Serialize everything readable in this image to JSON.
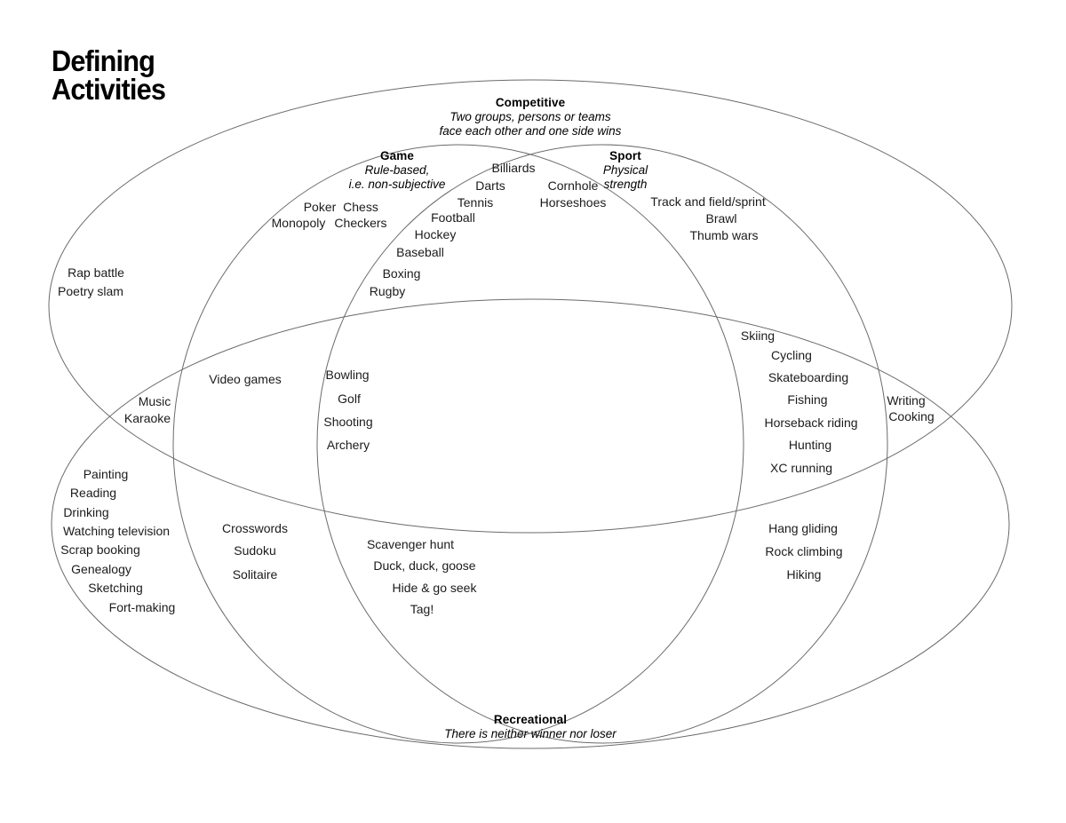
{
  "title": "Defining\nActivities",
  "diagram": {
    "type": "venn",
    "set_count": 4,
    "stroke_color": "#6b6b6b",
    "background": "#ffffff",
    "text_color": "#1b1b1b"
  },
  "sets": {
    "competitive": {
      "name": "Competitive",
      "description": "Two groups, persons or teams\nface each other and one side wins"
    },
    "game": {
      "name": "Game",
      "description": "Rule-based,\ni.e. non-subjective"
    },
    "sport": {
      "name": "Sport",
      "description": "Physical\nstrength"
    },
    "recreational": {
      "name": "Recreational",
      "description": "There is neither winner nor loser"
    }
  },
  "regions": [
    {
      "id": "competitive-only-left",
      "belongs_to": [
        "competitive"
      ],
      "items": [
        "Rap battle",
        "Poetry slam"
      ]
    },
    {
      "id": "competitive-game",
      "belongs_to": [
        "competitive",
        "game"
      ],
      "items": [
        "Poker",
        "Chess",
        "Monopoly",
        "Checkers"
      ]
    },
    {
      "id": "competitive-game-sport",
      "belongs_to": [
        "competitive",
        "game",
        "sport"
      ],
      "items": [
        "Billiards",
        "Darts",
        "Tennis",
        "Football",
        "Hockey",
        "Baseball",
        "Boxing",
        "Rugby"
      ]
    },
    {
      "id": "competitive-game-sport-right",
      "belongs_to": [
        "competitive",
        "game",
        "sport"
      ],
      "items": [
        "Cornhole",
        "Horseshoes"
      ]
    },
    {
      "id": "competitive-sport",
      "belongs_to": [
        "competitive",
        "sport"
      ],
      "items": [
        "Track and field/sprint",
        "Brawl",
        "Thumb wars"
      ]
    },
    {
      "id": "competitive-recreational-left",
      "belongs_to": [
        "competitive",
        "recreational"
      ],
      "items": [
        "Music",
        "Karaoke"
      ]
    },
    {
      "id": "competitive-recreational-right",
      "belongs_to": [
        "competitive",
        "recreational"
      ],
      "items": [
        "Writing",
        "Cooking"
      ]
    },
    {
      "id": "recreational-game-only",
      "belongs_to": [
        "recreational",
        "game"
      ],
      "items": [
        "Video games"
      ]
    },
    {
      "id": "recreational-competitive-game-sport",
      "belongs_to": [
        "recreational",
        "competitive",
        "game",
        "sport"
      ],
      "items": [
        "Bowling",
        "Golf",
        "Shooting",
        "Archery"
      ]
    },
    {
      "id": "recreational-competitive-sport",
      "belongs_to": [
        "recreational",
        "competitive",
        "sport"
      ],
      "items": [
        "Skiing",
        "Cycling",
        "Skateboarding",
        "Fishing",
        "Horseback riding",
        "Hunting",
        "XC running"
      ]
    },
    {
      "id": "recreational-only-left",
      "belongs_to": [
        "recreational"
      ],
      "items": [
        "Painting",
        "Reading",
        "Drinking",
        "Watching television",
        "Scrap booking",
        "Genealogy",
        "Sketching",
        "Fort-making"
      ]
    },
    {
      "id": "recreational-game",
      "belongs_to": [
        "recreational",
        "game"
      ],
      "items": [
        "Crosswords",
        "Sudoku",
        "Solitaire"
      ]
    },
    {
      "id": "recreational-game-sport",
      "belongs_to": [
        "recreational",
        "game",
        "sport"
      ],
      "items": [
        "Scavenger hunt",
        "Duck, duck, goose",
        "Hide & go seek",
        "Tag!"
      ]
    },
    {
      "id": "recreational-sport",
      "belongs_to": [
        "recreational",
        "sport"
      ],
      "items": [
        "Hang gliding",
        "Rock climbing",
        "Hiking"
      ]
    }
  ],
  "labels": {
    "rap_battle": "Rap battle",
    "poetry_slam": "Poetry slam",
    "poker": "Poker",
    "chess": "Chess",
    "monopoly": "Monopoly",
    "checkers": "Checkers",
    "billiards": "Billiards",
    "darts": "Darts",
    "tennis": "Tennis",
    "football": "Football",
    "hockey": "Hockey",
    "baseball": "Baseball",
    "boxing": "Boxing",
    "rugby": "Rugby",
    "cornhole": "Cornhole",
    "horseshoes": "Horseshoes",
    "track_and_field": "Track and field/sprint",
    "brawl": "Brawl",
    "thumb_wars": "Thumb wars",
    "music": "Music",
    "karaoke": "Karaoke",
    "writing": "Writing",
    "cooking": "Cooking",
    "video_games": "Video games",
    "bowling": "Bowling",
    "golf": "Golf",
    "shooting": "Shooting",
    "archery": "Archery",
    "skiing": "Skiing",
    "cycling": "Cycling",
    "skateboarding": "Skateboarding",
    "fishing": "Fishing",
    "horseback_riding": "Horseback riding",
    "hunting": "Hunting",
    "xc_running": "XC running",
    "painting": "Painting",
    "reading": "Reading",
    "drinking": "Drinking",
    "watching_television": "Watching television",
    "scrap_booking": "Scrap booking",
    "genealogy": "Genealogy",
    "sketching": "Sketching",
    "fort_making": "Fort-making",
    "crosswords": "Crosswords",
    "sudoku": "Sudoku",
    "solitaire": "Solitaire",
    "scavenger_hunt": "Scavenger hunt",
    "duck_duck_goose": "Duck, duck, goose",
    "hide_and_go_seek": "Hide & go seek",
    "tag": "Tag!",
    "hang_gliding": "Hang gliding",
    "rock_climbing": "Rock climbing",
    "hiking": "Hiking"
  }
}
